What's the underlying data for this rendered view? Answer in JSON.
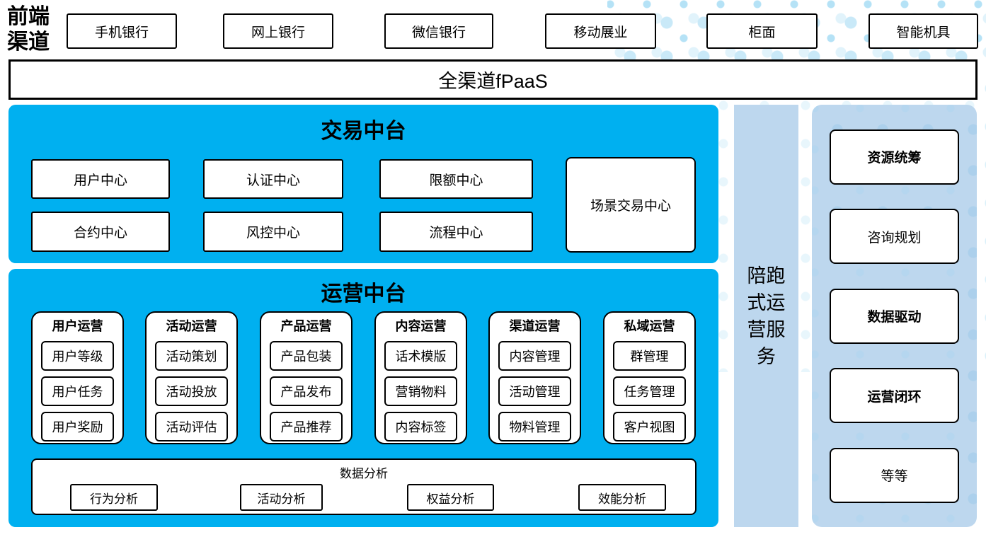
{
  "front_channels": {
    "label": "前端渠道",
    "items": [
      "手机银行",
      "网上银行",
      "微信银行",
      "移动展业",
      "柜面",
      "智能机具"
    ]
  },
  "fpaas_bar": {
    "label": "全渠道fPaaS"
  },
  "transaction_platform": {
    "title": "交易中台",
    "boxes": [
      "用户中心",
      "认证中心",
      "限额中心",
      "合约中心",
      "风控中心",
      "流程中心"
    ],
    "tall_box": "场景交易中心"
  },
  "operation_platform": {
    "title": "运营中台",
    "groups": [
      {
        "title": "用户运营",
        "items": [
          "用户等级",
          "用户任务",
          "用户奖励"
        ]
      },
      {
        "title": "活动运营",
        "items": [
          "活动策划",
          "活动投放",
          "活动评估"
        ]
      },
      {
        "title": "产品运营",
        "items": [
          "产品包装",
          "产品发布",
          "产品推荐"
        ]
      },
      {
        "title": "内容运营",
        "items": [
          "话术模版",
          "营销物料",
          "内容标签"
        ]
      },
      {
        "title": "渠道运营",
        "items": [
          "内容管理",
          "活动管理",
          "物料管理"
        ]
      },
      {
        "title": "私域运营",
        "items": [
          "群管理",
          "任务管理",
          "客户视图"
        ]
      }
    ],
    "analytics": {
      "title": "数据分析",
      "items": [
        "行为分析",
        "活动分析",
        "权益分析",
        "效能分析"
      ]
    }
  },
  "side_bar": {
    "label": "陪跑式运营服务"
  },
  "right_panel": {
    "items": [
      {
        "label": "资源统筹",
        "bold": true
      },
      {
        "label": "咨询规划",
        "bold": false
      },
      {
        "label": "数据驱动",
        "bold": true
      },
      {
        "label": "运营闭环",
        "bold": true
      },
      {
        "label": "等等",
        "bold": false
      }
    ]
  },
  "colors": {
    "primary_blue": "#00B0F0",
    "light_blue": "#BDD7EE",
    "dot_blue": "#B5E2F6",
    "dot_blue_pale": "#E1F3FB"
  }
}
